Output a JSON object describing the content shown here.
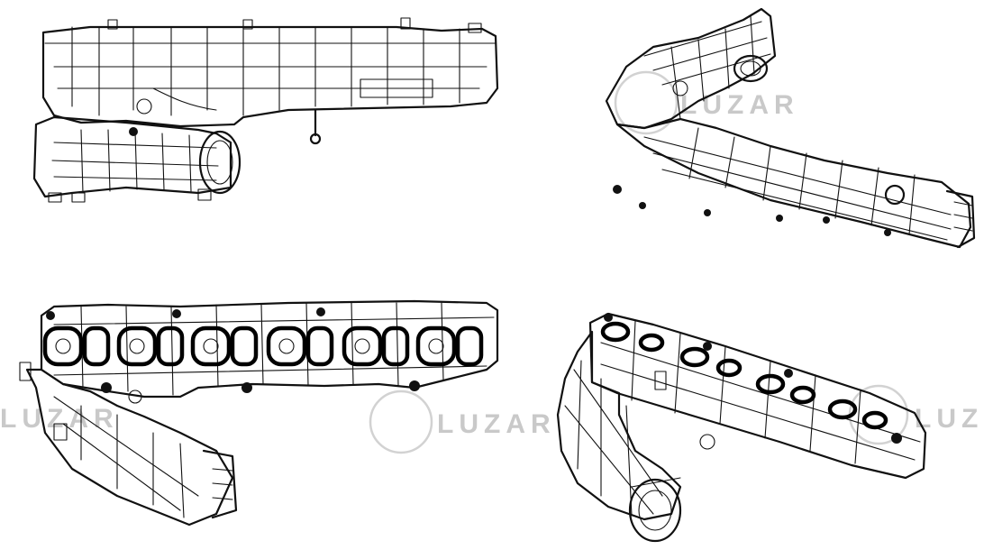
{
  "watermark": {
    "brand": "LUZAR",
    "icon": "lion-head-logo"
  },
  "views": [
    {
      "name": "side-view",
      "description_icon": "intake-manifold"
    },
    {
      "name": "rear-iso-view",
      "description_icon": "intake-manifold"
    },
    {
      "name": "port-face-view",
      "description_icon": "intake-manifold"
    },
    {
      "name": "front-iso-view",
      "description_icon": "intake-manifold"
    }
  ],
  "colors": {
    "line": "#111111",
    "background": "#ffffff",
    "watermark": "#c9c9c9"
  }
}
